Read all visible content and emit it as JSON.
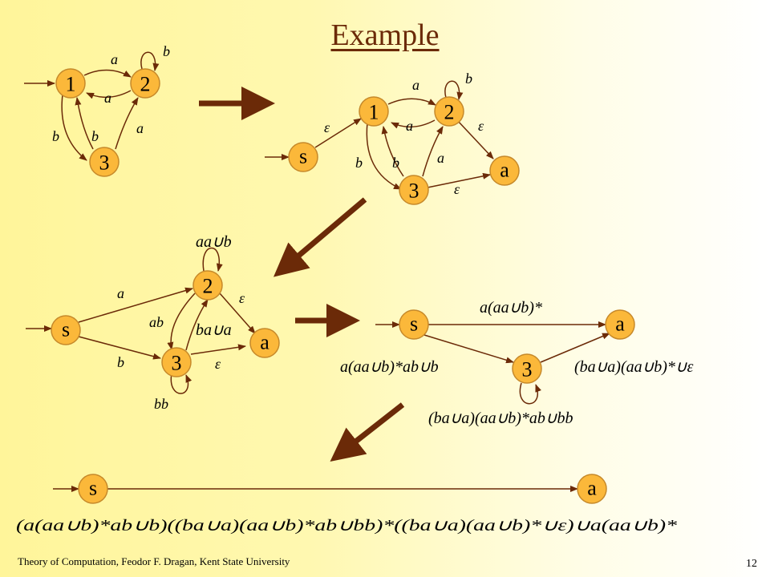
{
  "slide": {
    "title": "Example",
    "footer_left": "Theory of Computation, Feodor F. Dragan, Kent State University",
    "page_number": "12"
  },
  "nodes": {
    "one": "1",
    "two": "2",
    "three": "3",
    "start": "s",
    "accept": "a"
  },
  "labels": {
    "a": "a",
    "b": "b",
    "eps": "ε",
    "ab": "ab",
    "bb": "bb",
    "aa_u_b": "aa∪b",
    "ba_u_a": "ba∪a",
    "s_to_a_step3": "a(aa∪b)*",
    "s_to_3_step3": "a(aa∪b)*ab∪b",
    "3_to_a_step3": "(ba∪a)(aa∪b)*∪ε",
    "3_loop_step3": "(ba∪a)(aa∪b)*ab∪bb",
    "final_regex": "(a(aa∪b)*ab∪b)((ba∪a)(aa∪b)*ab∪bb)*((ba∪a)(aa∪b)*∪ε)∪a(aa∪b)*"
  },
  "colors": {
    "node_fill": "#fbb83a",
    "edge": "#6b2a08",
    "title": "#6b2a08"
  }
}
